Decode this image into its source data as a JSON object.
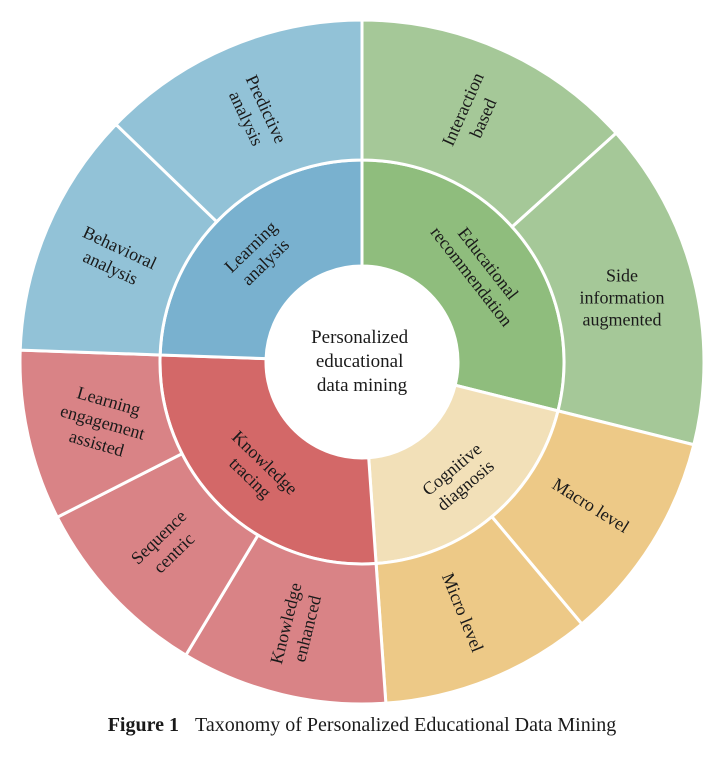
{
  "center_label": [
    "Personalized",
    "educational",
    "data  mining"
  ],
  "categories": [
    {
      "id": "educational-recommendation",
      "name_lines": [
        "Educational",
        "recommendation"
      ],
      "inner_color": "#8fbd7d",
      "outer_color": "#a5c898",
      "children": [
        {
          "id": "interaction-based",
          "name_lines": [
            "Interaction",
            "based"
          ]
        },
        {
          "id": "side-information-augmented",
          "name_lines": [
            "Side",
            "information",
            "augmented"
          ]
        }
      ]
    },
    {
      "id": "cognitive-diagnosis",
      "name_lines": [
        "Cognitive",
        "diagnosis"
      ],
      "inner_color": "#f2e0b8",
      "outer_color": "#edc987",
      "children": [
        {
          "id": "macro-level",
          "name_lines": [
            "Macro  level"
          ]
        },
        {
          "id": "micro-level",
          "name_lines": [
            "Micro  level"
          ]
        }
      ]
    },
    {
      "id": "knowledge-tracing",
      "name_lines": [
        "Knowledge",
        "tracing"
      ],
      "inner_color": "#d36868",
      "outer_color": "#d98386",
      "children": [
        {
          "id": "knowledge-enhanced",
          "name_lines": [
            "Knowledge",
            "enhanced"
          ]
        },
        {
          "id": "sequence-centric",
          "name_lines": [
            "Sequence",
            "centric"
          ]
        },
        {
          "id": "learning-engagement-assisted",
          "name_lines": [
            "Learning",
            "engagement",
            "assisted"
          ]
        }
      ]
    },
    {
      "id": "learning-analysis",
      "name_lines": [
        "Learning",
        "analysis"
      ],
      "inner_color": "#79b1cf",
      "outer_color": "#92c2d7",
      "children": [
        {
          "id": "behavioral-analysis",
          "name_lines": [
            "Behavioral",
            "analysis"
          ]
        },
        {
          "id": "predictive-analysis",
          "name_lines": [
            "Predictive",
            "analysis"
          ]
        }
      ]
    }
  ],
  "caption": {
    "label": "Figure 1",
    "text": "Taxonomy of Personalized Educational Data Mining"
  }
}
